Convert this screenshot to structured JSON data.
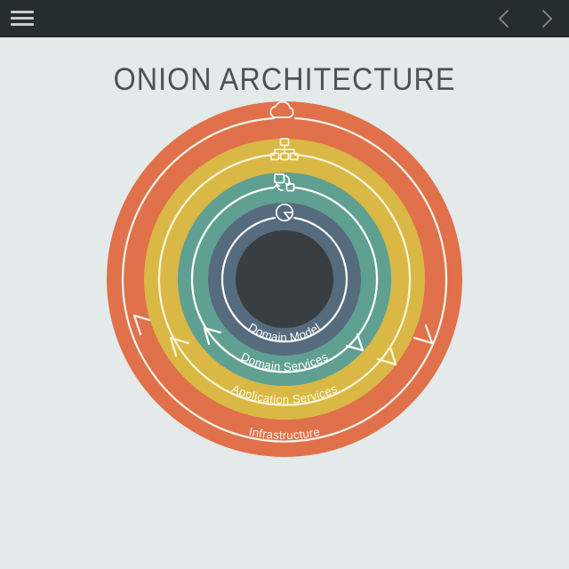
{
  "topbar": {
    "menu_icon": "hamburger-menu-icon",
    "prev_icon": "chevron-left-icon",
    "next_icon": "chevron-right-icon",
    "background_color": "#262d31",
    "icon_color": "#c7ccce"
  },
  "page": {
    "title": "ONION ARCHITECTURE",
    "title_color": "#4a5256",
    "background_color": "#e4e9e9"
  },
  "diagram": {
    "type": "concentric-rings",
    "center_color": "#383e41",
    "rings": [
      {
        "label": "Infrastructure",
        "color": "#e0714a",
        "icon": "cloud-icon",
        "outer_radius": 200,
        "inner_radius": 158,
        "index": 0
      },
      {
        "label": "Application Services",
        "color": "#d9b845",
        "icon": "sitemap-icon",
        "outer_radius": 158,
        "inner_radius": 120,
        "index": 1
      },
      {
        "label": "Domain Services",
        "color": "#5fa092",
        "icon": "exchange-icon",
        "outer_radius": 120,
        "inner_radius": 86,
        "index": 2
      },
      {
        "label": "Domain Model",
        "color": "#566b7e",
        "icon": "pie-chart-icon",
        "outer_radius": 86,
        "inner_radius": 55,
        "index": 3
      }
    ],
    "arrow_color": "#ffffff",
    "arrow_direction": "counter-clockwise"
  }
}
